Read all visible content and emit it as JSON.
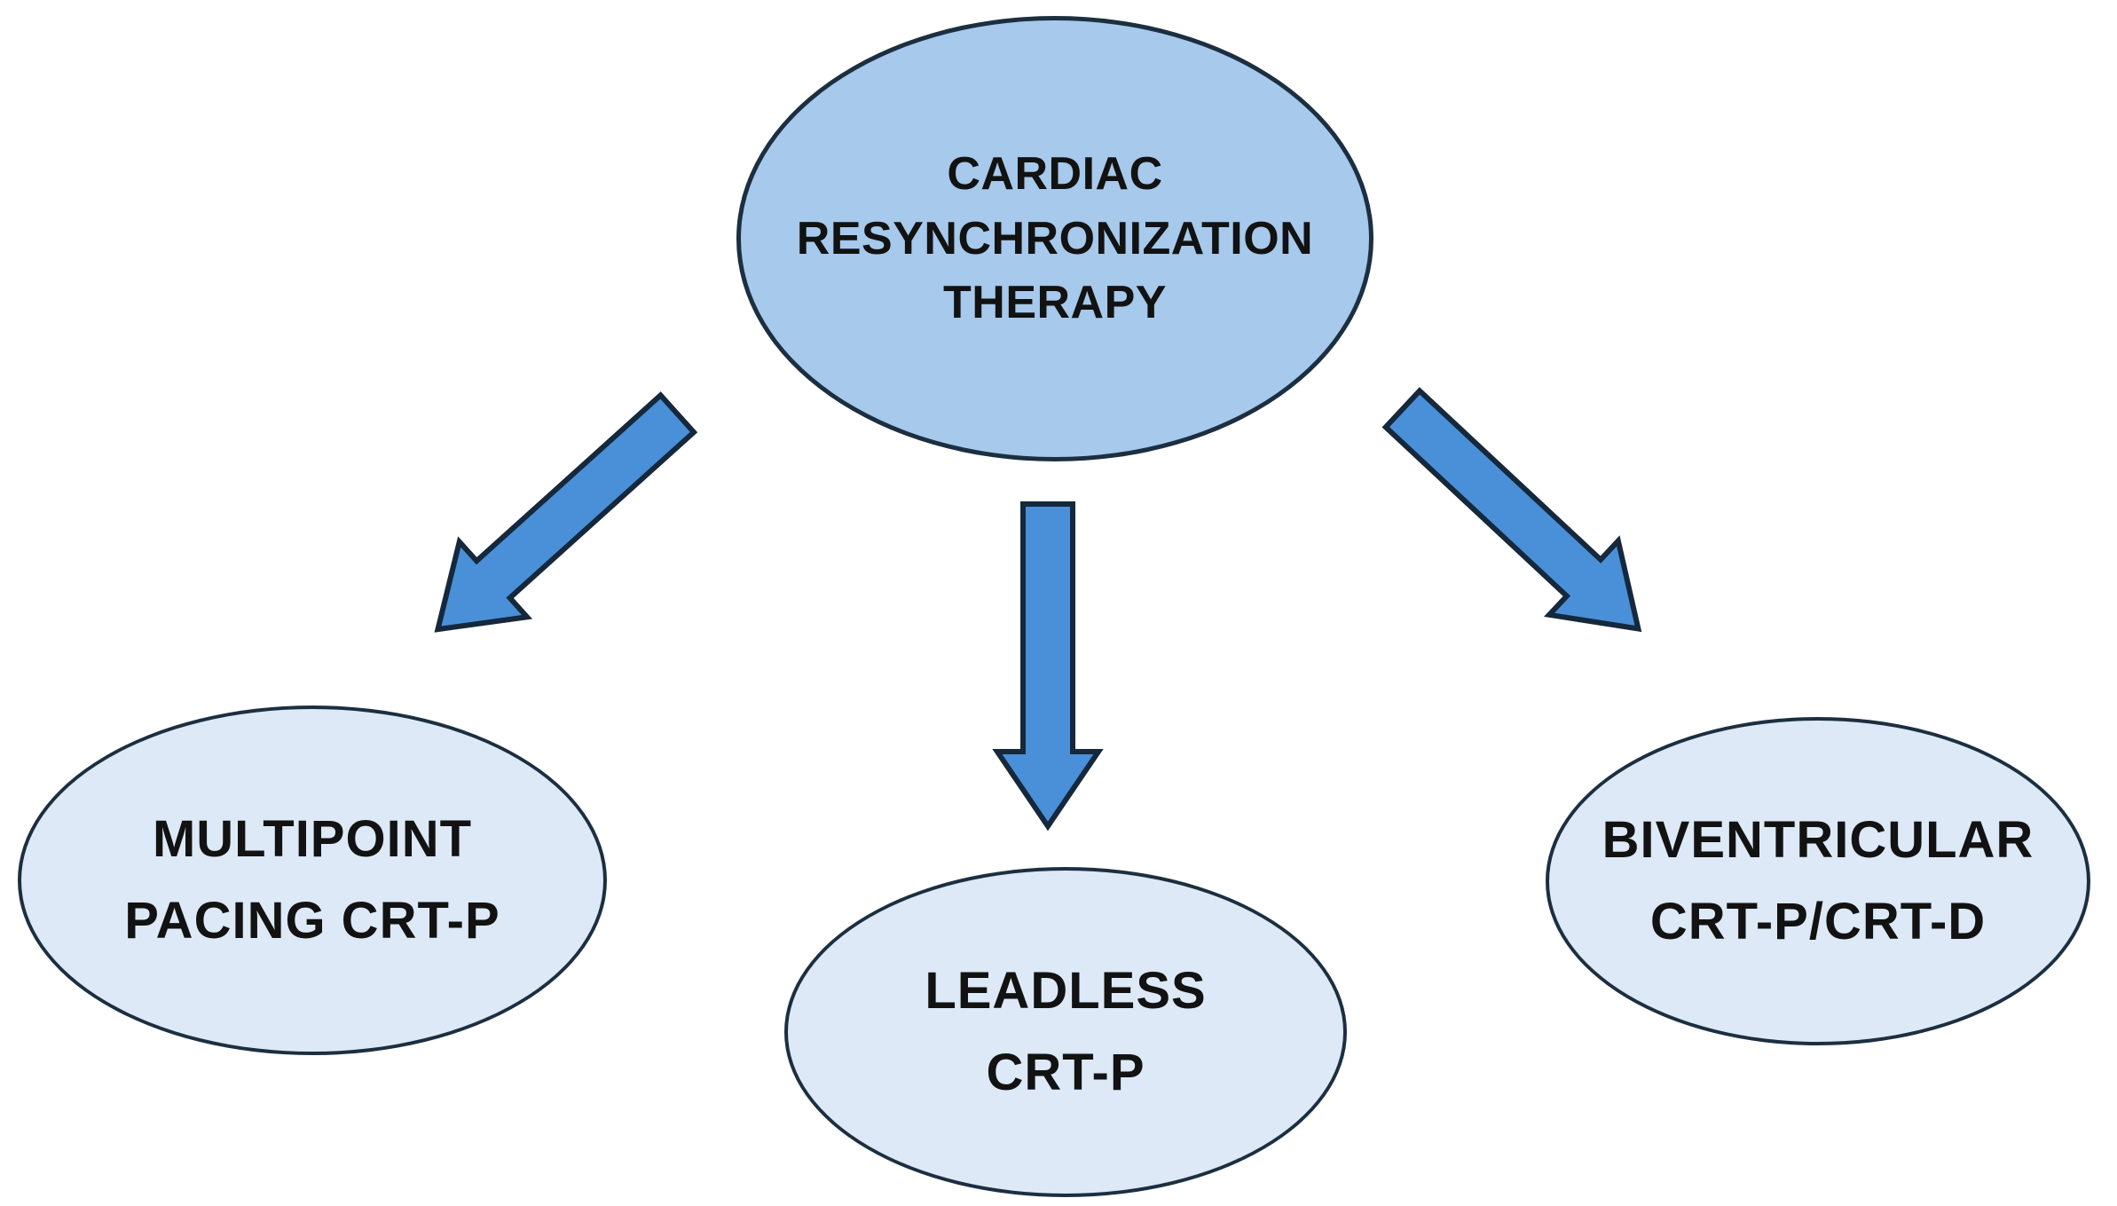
{
  "diagram": {
    "root": {
      "label": "CARDIAC\nRESYNCHRONIZATION\nTHERAPY"
    },
    "children": [
      {
        "label": "MULTIPOINT\nPACING CRT-P"
      },
      {
        "label": "LEADLESS\nCRT-P"
      },
      {
        "label": "BIVENTRICULAR\nCRT-P/CRT-D"
      }
    ],
    "connectors": [
      {
        "from": "CARDIAC RESYNCHRONIZATION THERAPY",
        "to": "MULTIPOINT PACING CRT-P",
        "direction": "down-left"
      },
      {
        "from": "CARDIAC RESYNCHRONIZATION THERAPY",
        "to": "LEADLESS CRT-P",
        "direction": "down"
      },
      {
        "from": "CARDIAC RESYNCHRONIZATION THERAPY",
        "to": "BIVENTRICULAR CRT-P/CRT-D",
        "direction": "down-right"
      }
    ],
    "colors": {
      "page-bg": "#ffffff",
      "root-fill": "#a6c9ec",
      "child-fill": "#dde9f6",
      "node-stroke": "#1c2f40",
      "arrow-fill": "#4a90d8",
      "arrow-stroke": "#15283c",
      "text-color": "#121212"
    }
  }
}
